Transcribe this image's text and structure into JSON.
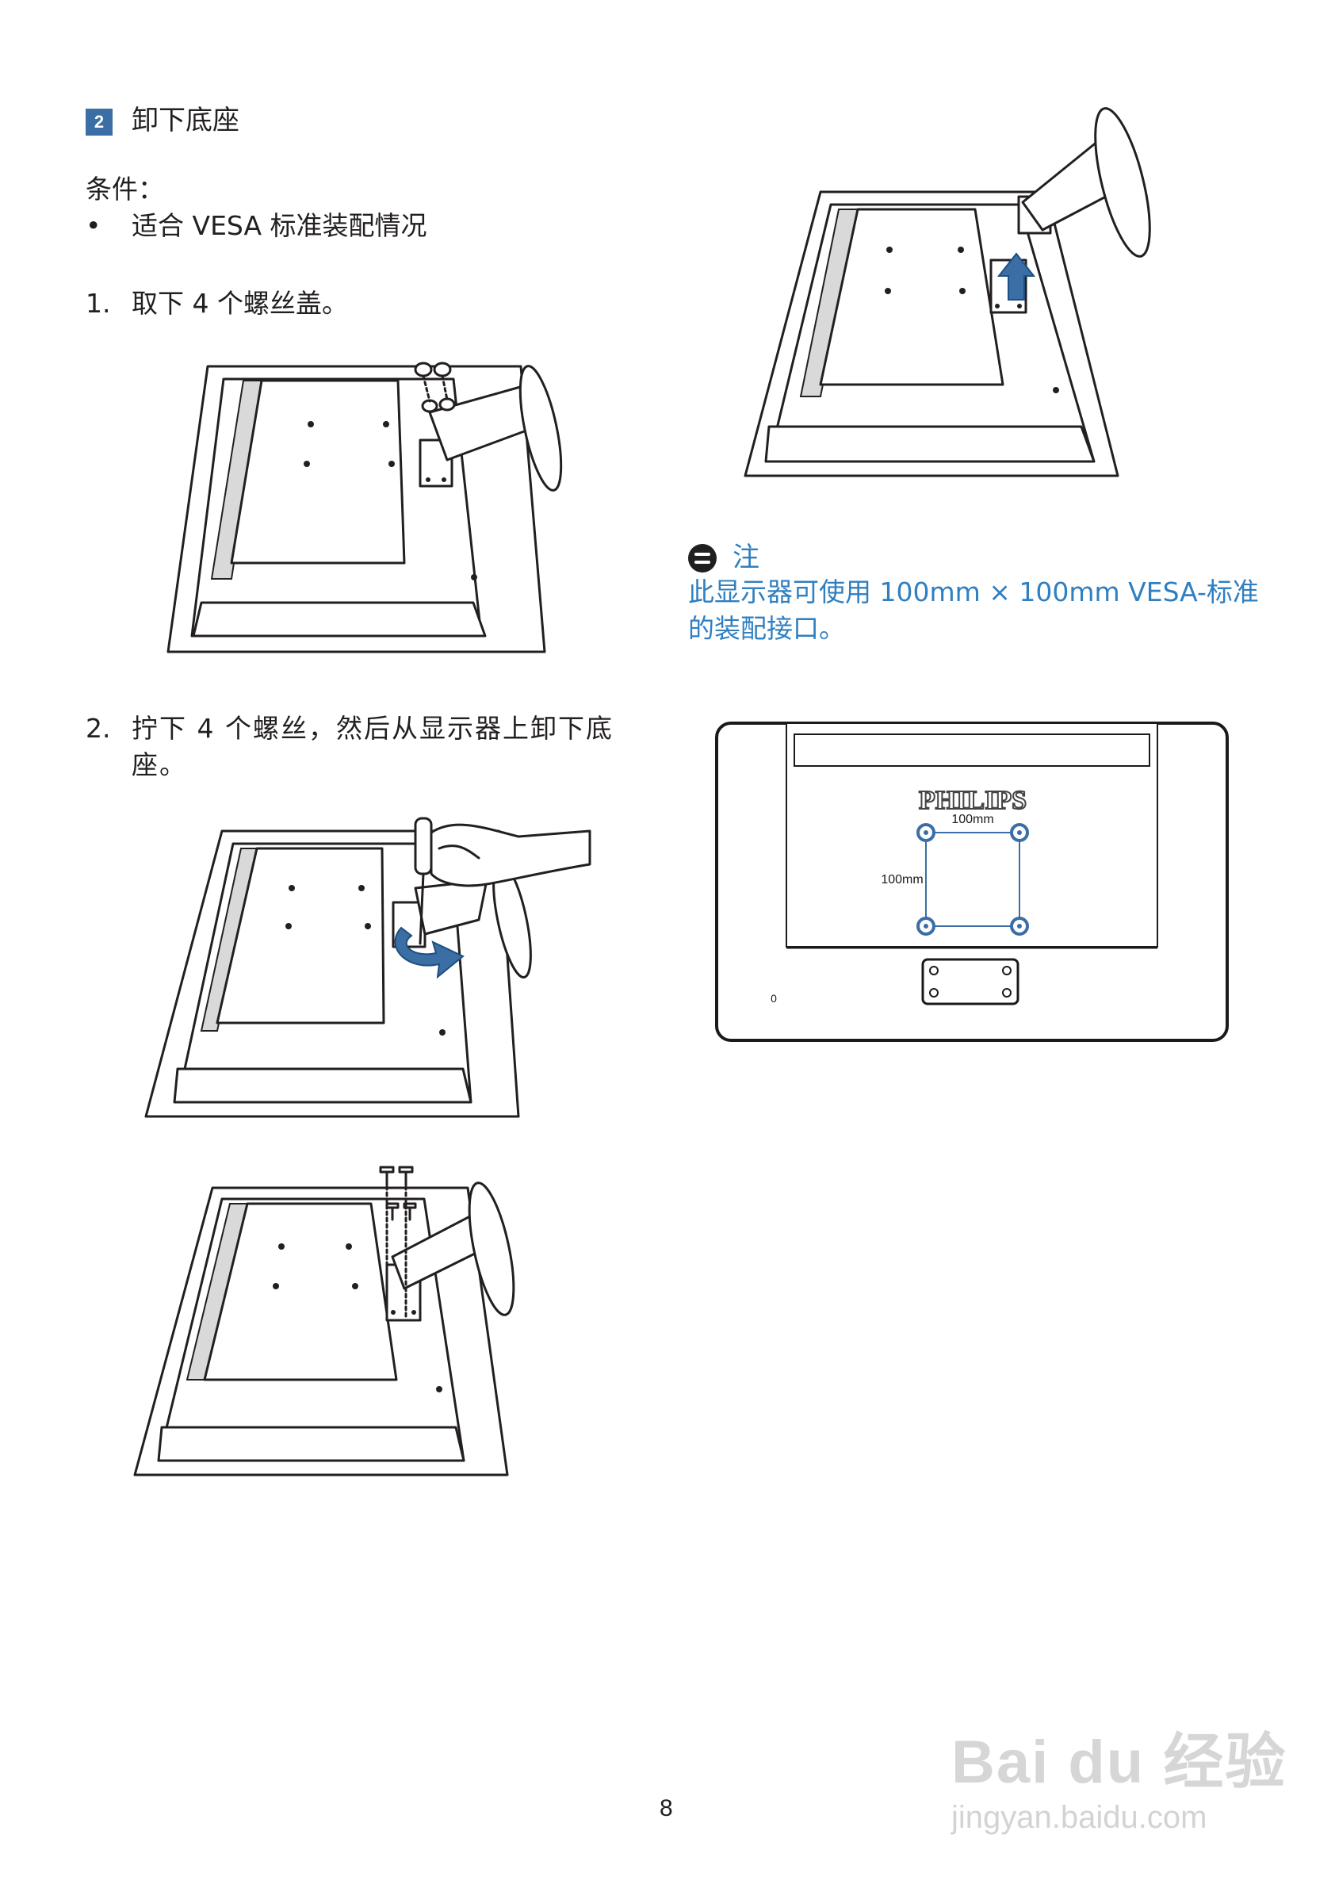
{
  "section": {
    "number": "2",
    "title": "卸下底座"
  },
  "conditions": {
    "label": "条件：",
    "bullet": "•",
    "item": "适合 VESA 标准装配情况"
  },
  "steps": [
    {
      "num": "1.",
      "text": "取下 4 个螺丝盖。"
    },
    {
      "num": "2.",
      "text": "拧下 4 个螺丝，然后从显示器上卸下底座。"
    }
  ],
  "note": {
    "title": "注",
    "text": "此显示器可使用 100mm × 100mm VESA-标准的装配接口。"
  },
  "vesa_figure": {
    "brand": "PHILIPS",
    "width_label": "100mm",
    "height_label": "100mm",
    "side_mark": "0"
  },
  "page_number": "8",
  "watermark": {
    "main": "Bai  du 经验",
    "sub": "jingyan.baidu.com"
  },
  "colors": {
    "accent": "#3a6ea5",
    "note_blue": "#2f7fc1",
    "vesa_blue": "#3a6ea5"
  },
  "icons": [
    "note-icon",
    "arrow-up-icon",
    "rotate-arrow-icon",
    "screw-icon",
    "hand-screwdriver-icon"
  ]
}
